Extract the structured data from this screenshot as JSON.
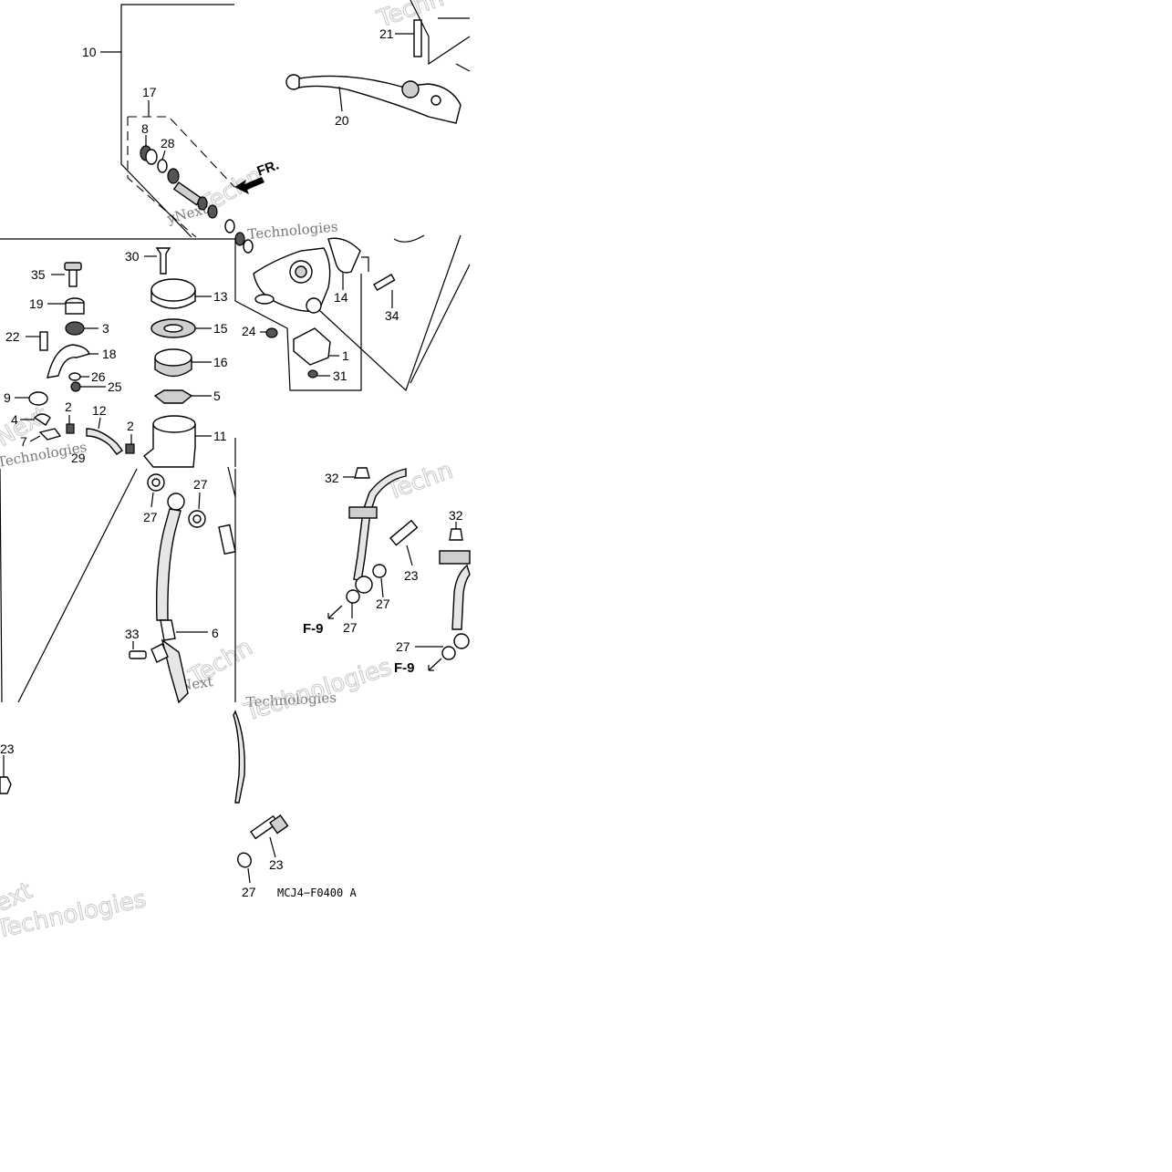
{
  "diagram": {
    "part_labels": [
      {
        "id": "p10",
        "text": "10"
      },
      {
        "id": "p21",
        "text": "21"
      },
      {
        "id": "p17",
        "text": "17"
      },
      {
        "id": "p20",
        "text": "20"
      },
      {
        "id": "p8",
        "text": "8"
      },
      {
        "id": "p28",
        "text": "28"
      },
      {
        "id": "p30",
        "text": "30"
      },
      {
        "id": "p35",
        "text": "35"
      },
      {
        "id": "p13",
        "text": "13"
      },
      {
        "id": "p19",
        "text": "19"
      },
      {
        "id": "p3",
        "text": "3"
      },
      {
        "id": "p15",
        "text": "15"
      },
      {
        "id": "p22",
        "text": "22"
      },
      {
        "id": "p18",
        "text": "18"
      },
      {
        "id": "p16",
        "text": "16"
      },
      {
        "id": "p26",
        "text": "26"
      },
      {
        "id": "p25",
        "text": "25"
      },
      {
        "id": "p9",
        "text": "9"
      },
      {
        "id": "p5",
        "text": "5"
      },
      {
        "id": "p2a",
        "text": "2"
      },
      {
        "id": "p12",
        "text": "12"
      },
      {
        "id": "p4",
        "text": "4"
      },
      {
        "id": "p2b",
        "text": "2"
      },
      {
        "id": "p11",
        "text": "11"
      },
      {
        "id": "p7",
        "text": "7"
      },
      {
        "id": "p29",
        "text": "29"
      },
      {
        "id": "p14",
        "text": "14"
      },
      {
        "id": "p34",
        "text": "34"
      },
      {
        "id": "p24",
        "text": "24"
      },
      {
        "id": "p1",
        "text": "1"
      },
      {
        "id": "p31",
        "text": "31"
      },
      {
        "id": "p27a",
        "text": "27"
      },
      {
        "id": "p27b",
        "text": "27"
      },
      {
        "id": "p32a",
        "text": "32"
      },
      {
        "id": "p32b",
        "text": "32"
      },
      {
        "id": "p23a",
        "text": "23"
      },
      {
        "id": "p27c",
        "text": "27"
      },
      {
        "id": "p27d",
        "text": "27"
      },
      {
        "id": "p27e",
        "text": "27"
      },
      {
        "id": "p33",
        "text": "33"
      },
      {
        "id": "p6",
        "text": "6"
      },
      {
        "id": "p23b",
        "text": "23"
      },
      {
        "id": "p23c",
        "text": "23"
      },
      {
        "id": "p27f",
        "text": "27"
      }
    ],
    "direction_label": "FR.",
    "figure_refs": [
      "F-9",
      "F-9"
    ],
    "drawing_code": "MCJ4−F0400 A",
    "watermarks": [
      "Techn",
      "yNext",
      "Technologies",
      "Techn",
      "Next",
      "Technologies",
      "ext",
      "Technologies",
      "Techn",
      "Technologies",
      "Techn",
      "Next",
      "Technologies"
    ]
  }
}
